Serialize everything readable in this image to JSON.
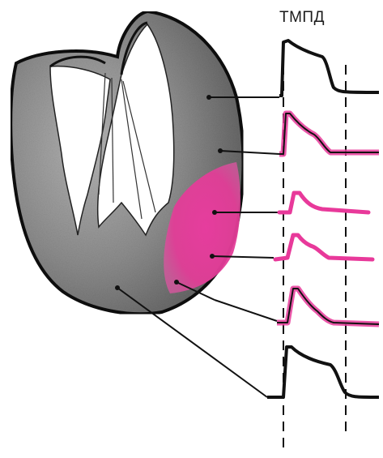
{
  "diagram": {
    "label": "ТМПД",
    "colors": {
      "ink": "#111111",
      "tissue_dark": "#5a5a5a",
      "tissue_mid": "#8a8a8a",
      "tissue_light": "#c4c4c4",
      "ischemia": "#e8399a",
      "trace_normal": "#111111",
      "trace_ischemic": "#e8399a"
    },
    "traces": [
      {
        "kind": "normal"
      },
      {
        "kind": "ischemic-mild"
      },
      {
        "kind": "ischemic-severe"
      },
      {
        "kind": "ischemic-severe"
      },
      {
        "kind": "ischemic-mild"
      },
      {
        "kind": "normal"
      }
    ]
  }
}
